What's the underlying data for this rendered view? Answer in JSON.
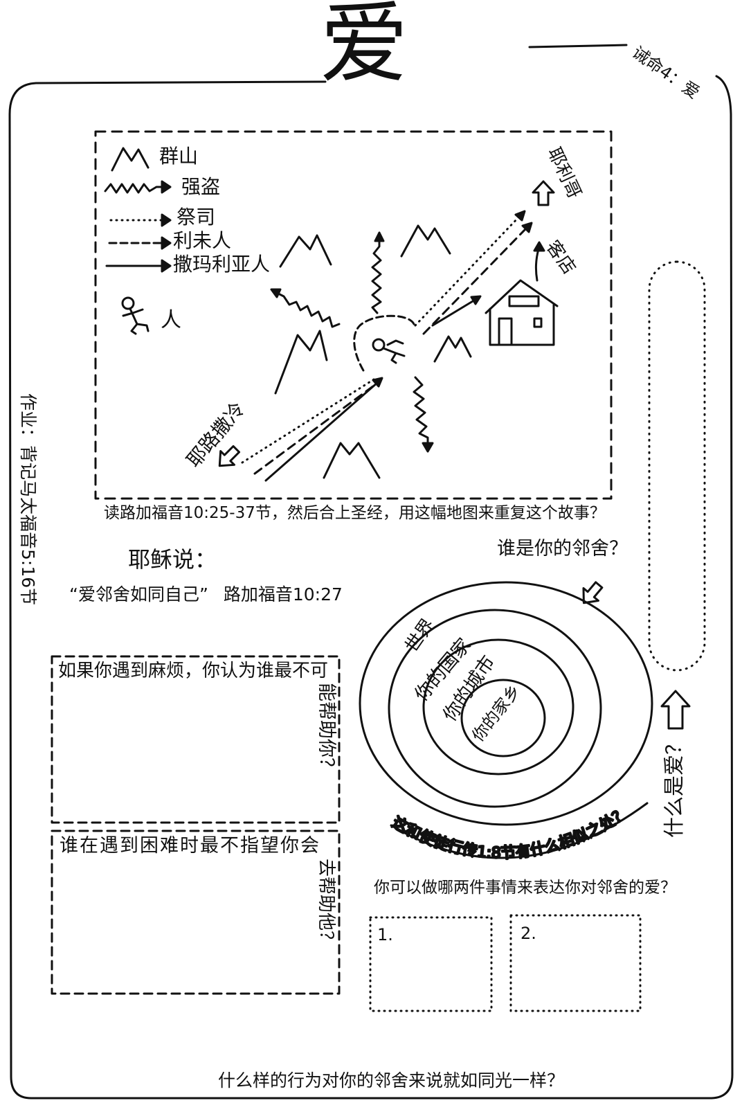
{
  "title": "爱",
  "corner_label": "诫命4：爱",
  "map": {
    "legend": {
      "mountains": "群山",
      "robbers": "强盗",
      "priest": "祭司",
      "levite": "利未人",
      "samaritan": "撒玛利亚人",
      "man": "人"
    },
    "places": {
      "jericho": "耶利哥",
      "inn": "客店",
      "jerusalem": "耶路撒冷"
    },
    "caption": "读路加福音10:25-37节，然后合上圣经，用这幅地图来重复这个故事？"
  },
  "homework": "作业：背记马太福音5:16节",
  "jesus_said": {
    "label": "耶稣说：",
    "quote": "“爱邻舍如同自己”",
    "reference": "路加福音10:27"
  },
  "neighbor": {
    "question": "谁是你的邻舍？",
    "circles": [
      "世界",
      "你的国家",
      "你的城市",
      "你的家乡"
    ],
    "acts_question": "这和使徒行传1:8节有什么相似之处？"
  },
  "what_is_love": "什么是爱？",
  "box1": {
    "line1": "如果你遇到麻烦，你认为谁最不可",
    "line2": "能帮助你？"
  },
  "box2": {
    "line1": "谁在遇到困难时最不指望你会",
    "line2": "去帮助他？"
  },
  "two_things": {
    "question": "你可以做哪两件事情来表达你对邻舍的爱？",
    "items": [
      "1.",
      "2."
    ]
  },
  "light_question": "什么样的行为对你的邻舍来说就如同光一样？"
}
